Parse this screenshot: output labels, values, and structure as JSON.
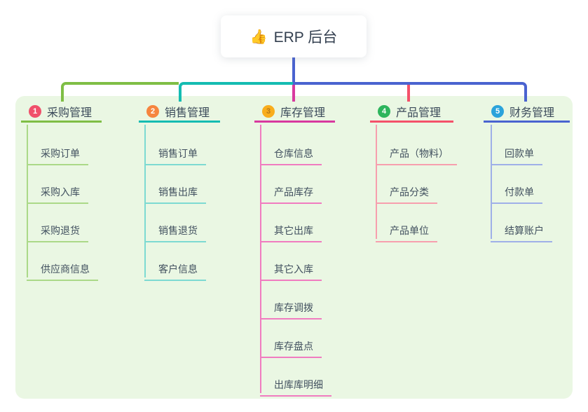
{
  "root": {
    "icon": "👍",
    "icon_name": "thumbs-up-icon",
    "label": "ERP 后台"
  },
  "connector_color": "#4a63d0",
  "panel_color": "#eaf7e3",
  "text_color": "#3b4a5a",
  "branches": [
    {
      "num": "1",
      "label": "采购管理",
      "color": "#7fbe45",
      "light": "#abd988",
      "badge_color": "#f0506b",
      "badge_text_color": "#ffffff",
      "children": [
        "采购订单",
        "采购入库",
        "采购退货",
        "供应商信息"
      ]
    },
    {
      "num": "2",
      "label": "销售管理",
      "color": "#14bcb2",
      "light": "#7ddad2",
      "badge_color": "#f6853f",
      "badge_text_color": "#ffffff",
      "children": [
        "销售订单",
        "销售出库",
        "销售退货",
        "客户信息"
      ]
    },
    {
      "num": "3",
      "label": "库存管理",
      "color": "#d8399f",
      "light": "#f07cc0",
      "badge_color": "#f9ad1c",
      "badge_text_color": "#b5791a",
      "children": [
        "仓库信息",
        "产品库存",
        "其它出库",
        "其它入库",
        "库存调拨",
        "库存盘点",
        "出库库明细"
      ]
    },
    {
      "num": "4",
      "label": "产品管理",
      "color": "#f4516a",
      "light": "#f79fae",
      "badge_color": "#2db55d",
      "badge_text_color": "#ffffff",
      "children": [
        "产品（物料）",
        "产品分类",
        "产品单位"
      ]
    },
    {
      "num": "5",
      "label": "财务管理",
      "color": "#4a63d0",
      "light": "#9fb0e8",
      "badge_color": "#2ba3db",
      "badge_text_color": "#ffffff",
      "children": [
        "回款单",
        "付款单",
        "结算账户"
      ]
    }
  ]
}
